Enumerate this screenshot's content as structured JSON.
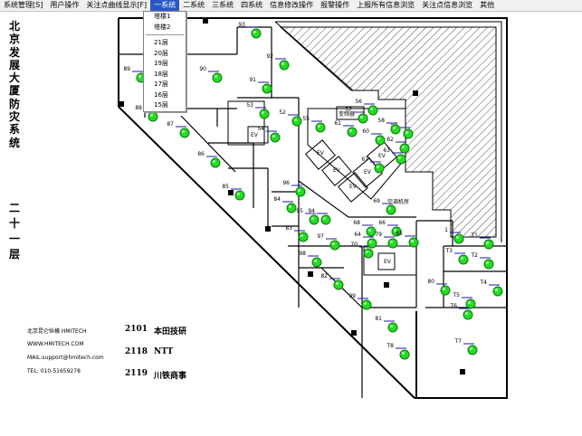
{
  "menu": [
    "系统管理[S]",
    "用户操作",
    "关注点曲线显示[F]",
    "一系统",
    "二系统",
    "三系统",
    "四系统",
    "信息修改操作",
    "报警操作",
    "上报所有信息浏览",
    "关注点信息浏览",
    "其他"
  ],
  "active_menu_index": 3,
  "dropdown": {
    "towers": [
      "塔楼1",
      "塔楼2"
    ],
    "floors": [
      "21层",
      "20层",
      "19层",
      "18层",
      "17层",
      "16层",
      "15层"
    ]
  },
  "side_title": "北京发展大厦防灾系统",
  "side_floor": "二十一层",
  "contact": {
    "company": "北京昆仑纵横  HMITECH",
    "web": "WWW.HMITECH.COM",
    "mail": "MAIL:support@hmitech.com",
    "tel": "TEL: 010-51659278"
  },
  "tenants": [
    {
      "code": "2101",
      "name": "本田技研"
    },
    {
      "code": "2118",
      "name": "NTT"
    },
    {
      "code": "2119",
      "name": "川铁商事"
    }
  ],
  "plan": {
    "room_labels": {
      "elevator": "EV",
      "room_1": "变频器",
      "room_2": "空调机房"
    },
    "sensors": [
      {
        "id": "93"
      },
      {
        "id": "92"
      },
      {
        "id": "91"
      },
      {
        "id": "90"
      },
      {
        "id": "89"
      },
      {
        "id": "88"
      },
      {
        "id": "87"
      },
      {
        "id": "86"
      },
      {
        "id": "85"
      },
      {
        "id": "84"
      },
      {
        "id": "83"
      },
      {
        "id": "82"
      },
      {
        "id": "81"
      },
      {
        "id": "99"
      },
      {
        "id": "98"
      },
      {
        "id": "97"
      },
      {
        "id": "96"
      },
      {
        "id": "95"
      },
      {
        "id": "94"
      },
      {
        "id": "70"
      },
      {
        "id": "69"
      },
      {
        "id": "68"
      },
      {
        "id": "67"
      },
      {
        "id": "66"
      },
      {
        "id": "65"
      },
      {
        "id": "64"
      },
      {
        "id": "63"
      },
      {
        "id": "62"
      },
      {
        "id": "61"
      },
      {
        "id": "60"
      },
      {
        "id": "59"
      },
      {
        "id": "58"
      },
      {
        "id": "57"
      },
      {
        "id": "56"
      },
      {
        "id": "55"
      },
      {
        "id": "54"
      },
      {
        "id": "53"
      },
      {
        "id": "52"
      },
      {
        "id": "80"
      },
      {
        "id": "79"
      },
      {
        "id": "1"
      },
      {
        "id": "T1"
      },
      {
        "id": "T2"
      },
      {
        "id": "T3"
      },
      {
        "id": "T4"
      },
      {
        "id": "T5"
      },
      {
        "id": "T6"
      },
      {
        "id": "T7"
      },
      {
        "id": "T8"
      }
    ]
  }
}
